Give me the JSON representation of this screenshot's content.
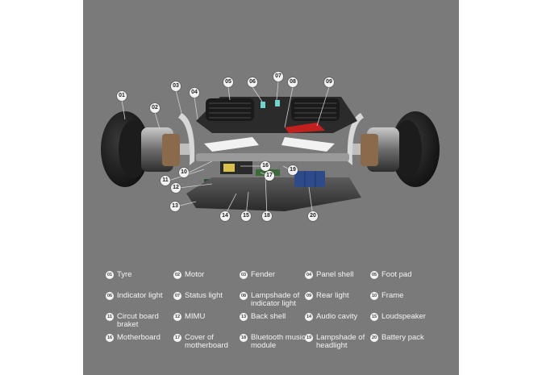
{
  "diagram": {
    "callouts": [
      "01",
      "02",
      "03",
      "04",
      "05",
      "06",
      "07",
      "08",
      "09",
      "10",
      "11",
      "12",
      "13",
      "14",
      "15",
      "16",
      "17",
      "18",
      "19",
      "20"
    ],
    "legend": [
      {
        "num": "01",
        "label": "Tyre"
      },
      {
        "num": "02",
        "label": "Motor"
      },
      {
        "num": "03",
        "label": "Fender"
      },
      {
        "num": "04",
        "label": "Panel shell"
      },
      {
        "num": "05",
        "label": "Foot pad"
      },
      {
        "num": "06",
        "label": "Indicator light"
      },
      {
        "num": "07",
        "label": "Status light"
      },
      {
        "num": "08",
        "label": "Lampshade of indicator light"
      },
      {
        "num": "09",
        "label": "Rear light"
      },
      {
        "num": "10",
        "label": "Frame"
      },
      {
        "num": "11",
        "label": "Circut board braket"
      },
      {
        "num": "12",
        "label": "MIMU"
      },
      {
        "num": "13",
        "label": "Back shell"
      },
      {
        "num": "14",
        "label": "Audio cavity"
      },
      {
        "num": "15",
        "label": "Loudspeaker"
      },
      {
        "num": "16",
        "label": "Motherboard"
      },
      {
        "num": "17",
        "label": "Cover of motherboard"
      },
      {
        "num": "18",
        "label": "Bluetooth music module"
      },
      {
        "num": "19",
        "label": "Lampshade of headlight"
      },
      {
        "num": "20",
        "label": "Battery pack"
      }
    ]
  }
}
